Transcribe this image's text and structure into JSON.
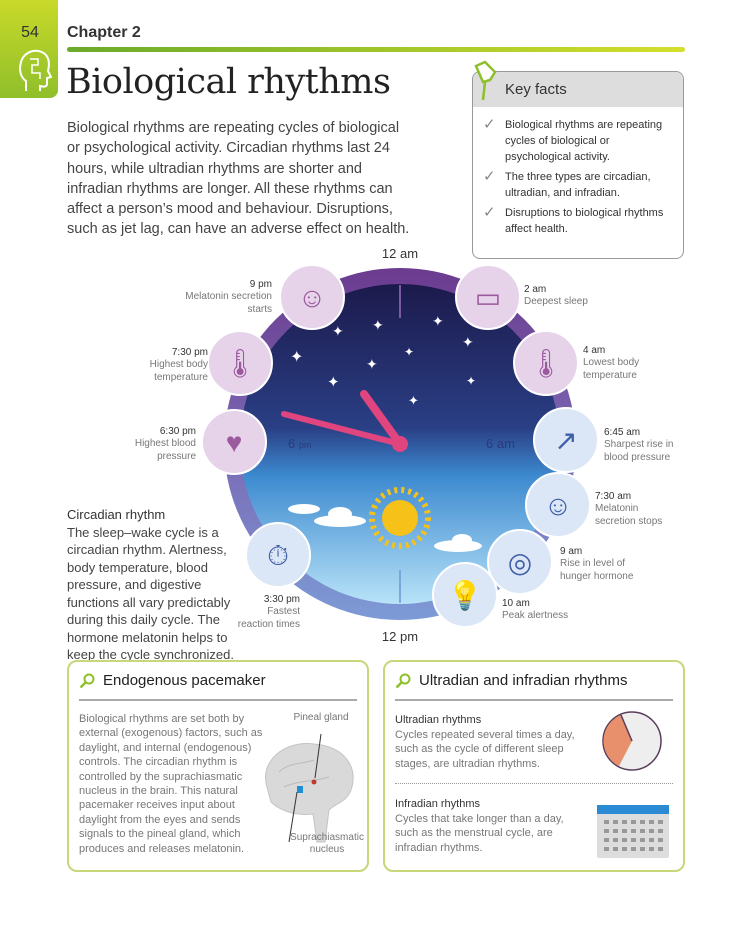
{
  "header": {
    "page_number": "54",
    "chapter": "Chapter 2",
    "title": "Biological rhythms"
  },
  "intro": "Biological rhythms are repeating cycles of biological or psychological activity. Circadian rhythms last 24 hours, while ultradian rhythms are shorter and infradian rhythms are longer. All these rhythms can affect a person’s mood and behaviour. Disruptions, such as jet lag, can have an adverse effect on health.",
  "key_facts": {
    "title": "Key facts",
    "items": [
      "Biological rhythms are repeating cycles of biological or psychological activity.",
      "The three types are circadian, ultradian, and infradian.",
      "Disruptions to biological rhythms affect health."
    ]
  },
  "clock": {
    "top": "12 am",
    "bottom": "12 pm",
    "left": "6",
    "left_suffix": "pm",
    "right": "6 am",
    "events": [
      {
        "time": "9 pm",
        "desc": "Melatonin secretion starts",
        "icon": "head-icon"
      },
      {
        "time": "2 am",
        "desc": "Deepest sleep",
        "icon": "bed-icon"
      },
      {
        "time": "7:30 pm",
        "desc": "Highest body temperature",
        "icon": "thermometer-icon"
      },
      {
        "time": "4 am",
        "desc": "Lowest body temperature",
        "icon": "thermometer-icon"
      },
      {
        "time": "6:30 pm",
        "desc": "Highest blood pressure",
        "icon": "heart-icon"
      },
      {
        "time": "6:45 am",
        "desc": "Sharpest rise in blood pressure",
        "icon": "rising-arrow-icon"
      },
      {
        "time": "7:30 am",
        "desc": "Melatonin secretion stops",
        "icon": "head-icon"
      },
      {
        "time": "9 am",
        "desc": "Rise in level of hunger hormone",
        "icon": "plate-icon"
      },
      {
        "time": "10 am",
        "desc": "Peak alertness",
        "icon": "lightbulb-icon"
      },
      {
        "time": "3:30 pm",
        "desc": "Fastest reaction times",
        "icon": "stopwatch-icon"
      }
    ]
  },
  "circadian": {
    "heading": "Circadian rhythm",
    "text": "The sleep–wake cycle is a circadian rhythm. Alertness, body temperature, blood pressure, and digestive functions all vary predictably during this daily cycle. The hormone melatonin helps to keep the cycle synchronized."
  },
  "endogenous": {
    "title": "Endogenous pacemaker",
    "text": "Biological rhythms are set both by external (exogenous) factors, such as daylight, and internal (endogenous) controls. The circadian rhythm is controlled by the suprachiasmatic nucleus in the brain. This natural pacemaker receives input about daylight from the eyes and sends signals to the pineal gland, which produces and releases melatonin.",
    "label_pineal": "Pineal gland",
    "label_scn": "Suprachiasmatic nucleus"
  },
  "ultra_infra": {
    "title": "Ultradian and infradian rhythms",
    "ultradian_heading": "Ultradian rhythms",
    "ultradian_text": "Cycles repeated several times a day, such as the cycle of different sleep stages, are ultradian rhythms.",
    "infradian_heading": "Infradian rhythms",
    "infradian_text": "Cycles that take longer than a day, such as the menstrual cycle, are infradian rhythms."
  },
  "colors": {
    "accent": "#8fbf2a",
    "hand": "#e0457f",
    "night": "#1e1f55",
    "day": "#8fd0f2"
  }
}
